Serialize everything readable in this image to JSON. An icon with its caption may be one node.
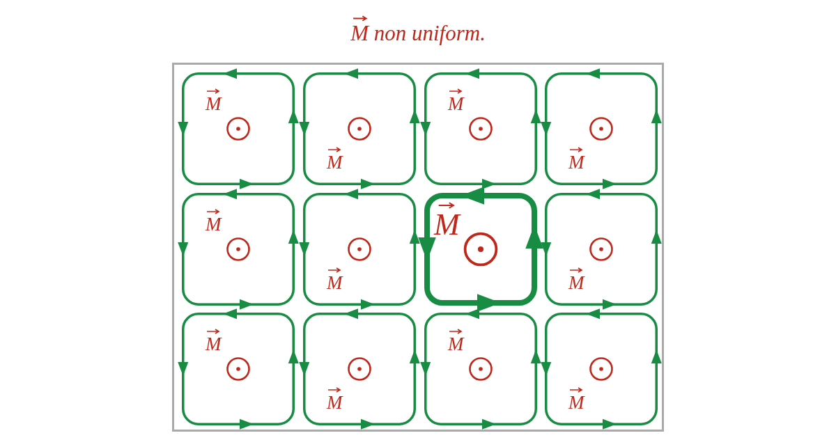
{
  "diagram": {
    "title": "M non uniform.",
    "nodes": [
      {
        "text": [],
        "shape": "box"
      },
      {
        "text": [
          "M"
        ],
        "in": 0
      },
      {
        "text": [
          "M"
        ],
        "in": 0
      },
      {
        "text": [
          "M"
        ],
        "in": 0
      },
      {
        "text": [
          "M"
        ],
        "in": 0
      },
      {
        "text": [
          "M"
        ],
        "in": 0
      },
      {
        "text": [
          "M"
        ],
        "in": 0
      },
      {
        "text": [
          "M"
        ],
        "in": 0
      },
      {
        "text": [
          "M"
        ],
        "in": 0
      },
      {
        "text": [
          "M"
        ],
        "in": 0
      },
      {
        "text": [
          "M"
        ],
        "in": 0
      },
      {
        "text": [
          "M"
        ],
        "in": 0
      },
      {
        "text": [
          "M"
        ],
        "in": 0
      }
    ],
    "edges": []
  }
}
